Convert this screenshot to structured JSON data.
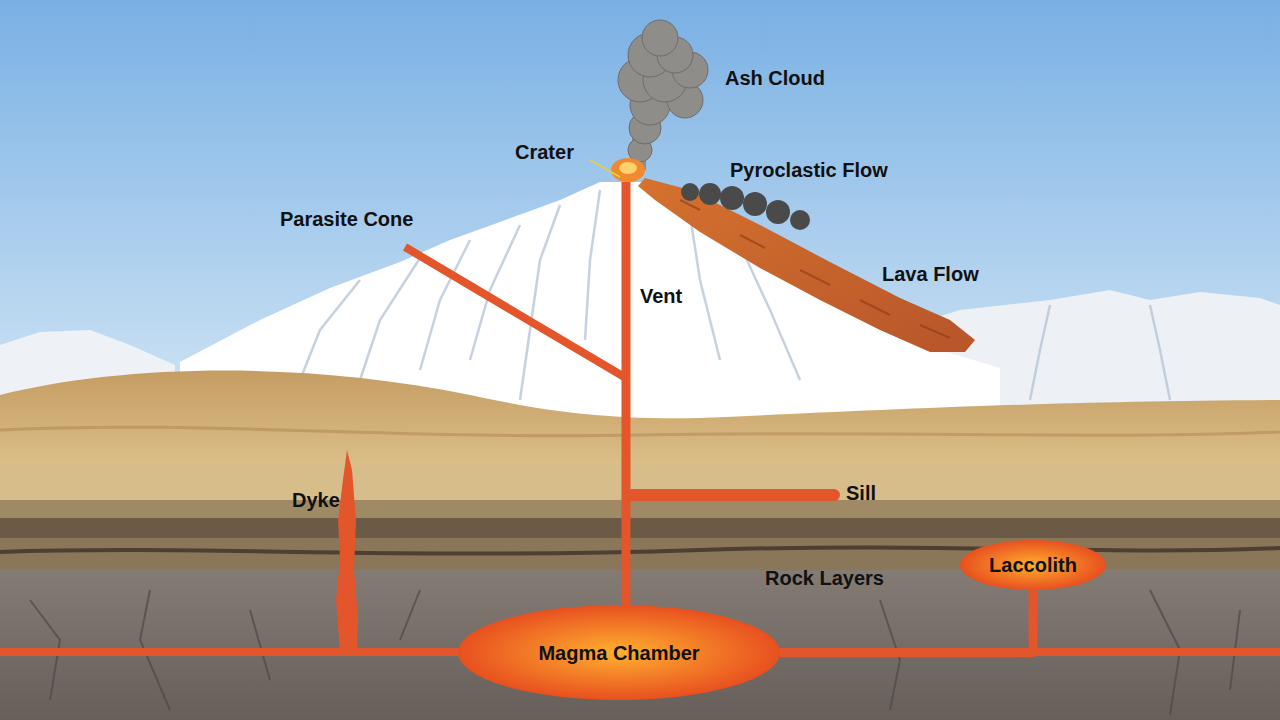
{
  "diagram": {
    "nodes": [
      {
        "text": [
          "Laccolith"
        ]
      },
      {
        "text": [
          "Magma Chamber"
        ]
      }
    ],
    "edges": [
      {
        "from": 1,
        "to": 0,
        "arrow": "none"
      }
    ],
    "labels": [
      "Ash Cloud",
      "Crater",
      "Pyroclastic Flow",
      "Parasite Cone",
      "Lava Flow",
      "Vent",
      "Sill",
      "Dyke",
      "Rock Layers"
    ]
  }
}
